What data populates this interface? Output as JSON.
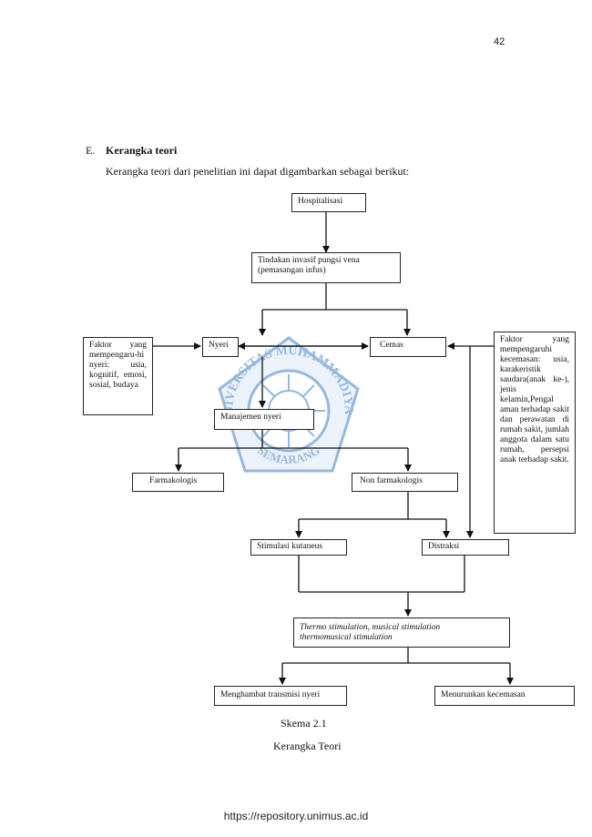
{
  "page_number": "42",
  "section": {
    "letter": "E.",
    "title": "Kerangka teori",
    "intro": "Kerangka teori dari penelitian ini dapat digambarkan sebagai berikut:"
  },
  "diagram": {
    "hospitalisasi": "Hospitalisasi",
    "tindakan": "Tindakan invasif pungsi vena (pemasangan infus)",
    "nyeri": "Nyeri",
    "cemas": "Cemas",
    "faktor_nyeri": "Faktor yang mempengaru-hi nyeri: usia, kognitif, emosi, sosial, budaya",
    "faktor_kecemasan": "Faktor yang mempengaruhi kecemasan: usia, karakeristik saudara(anak ke-), jenis kelamin,Pengal aman terhadap sakit dan perawatan di rumah sakit, jumlah anggota dalam satu rumah, persepsi anak terhadap sakit.",
    "manajemen_nyeri": "Manajemen nyeri",
    "farmakologis": "Farmakologis",
    "non_farmakologis": "Non farmakologis",
    "stimulasi_kutaneus": "Stimulasi kutaneus",
    "distraksi": "Distraksi",
    "thermo_line1": "Thermo stimulation, musical stimulation",
    "thermo_line2": "thermomusical stimulation",
    "menghambat": "Menghambat transmisi nyeri",
    "menurunkan": "Menurunkan kecemasan"
  },
  "captions": {
    "schema": "Skema 2.1",
    "title": "Kerangka Teori"
  },
  "watermark": {
    "top_text": "UNIVERSITAS MUHAMMADIYAH",
    "bottom_text": "SEMARANG"
  },
  "footer": {
    "url": "https://repository.unimus.ac.id"
  }
}
